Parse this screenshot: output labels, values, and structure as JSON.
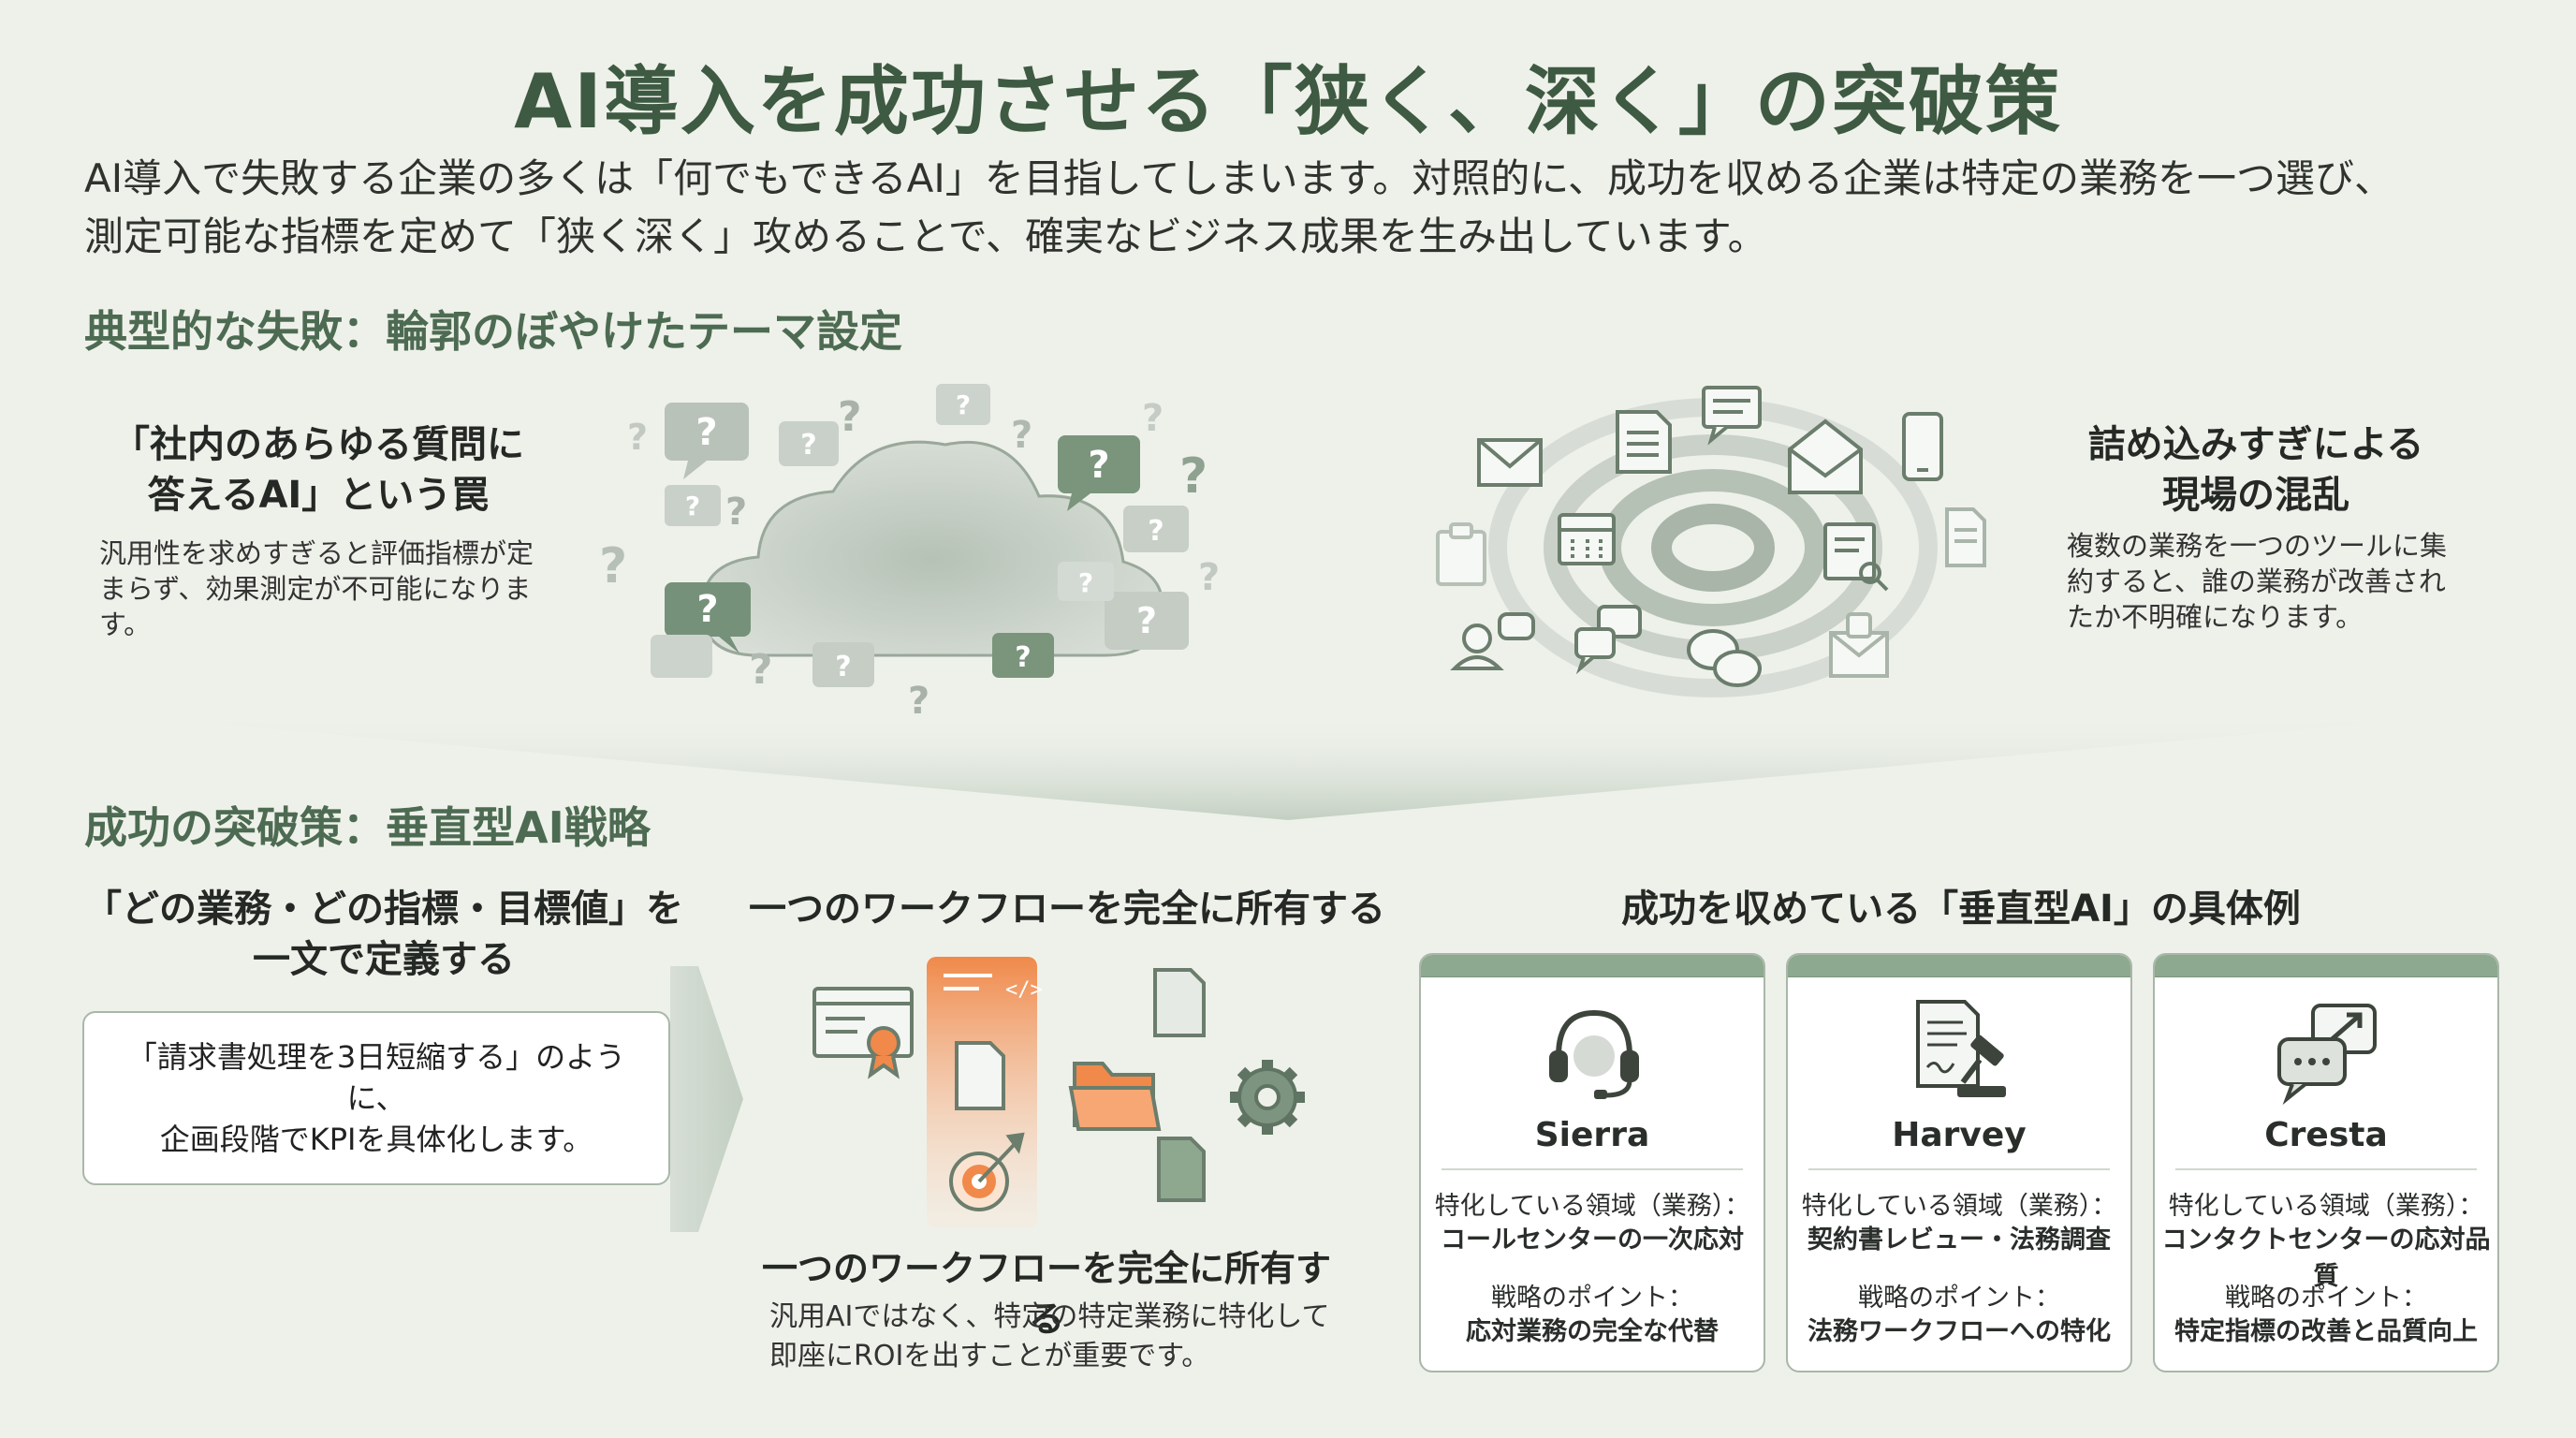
{
  "title": "AI導入を成功させる「狭く、深く」の突破策",
  "intro": {
    "line1": "AI導入で失敗する企業の多くは「何でもできるAI」を目指してしまいます。対照的に、成功を収める企業は特定の業務を一つ選び、",
    "line2": "測定可能な指標を定めて「狭く深く」攻めることで、確実なビジネス成果を生み出しています。"
  },
  "failure": {
    "heading": "典型的な失敗：輪郭のぼやけたテーマ設定",
    "trap": {
      "title_line1": "「社内のあらゆる質問に",
      "title_line2": "答えるAI」という罠",
      "desc": "汎用性を求めすぎると評価指標が定まらず、効果測定が不可能になります。"
    },
    "clutter": {
      "title_line1": "詰め込みすぎによる",
      "title_line2": "現場の混乱",
      "desc": "複数の業務を一つのツールに集約すると、誰の業務が改善されたか不明確になります。"
    },
    "question_mark": "?"
  },
  "success": {
    "heading": "成功の突破策：垂直型AI戦略",
    "define": {
      "title_line1": "「どの業務・どの指標・目標値」を",
      "title_line2": "一文で定義する",
      "box_line1": "「請求書処理を3日短縮する」のように、",
      "box_line2": "企画段階でKPIを具体化します。"
    },
    "workflow": {
      "title_top": "一つのワークフローを完全に所有する",
      "title_bottom": "一つのワークフローを完全に所有する",
      "desc_line1": "汎用AIではなく、特定の特定業務に特化して",
      "desc_line2": "即座にROIを出すことが重要です。"
    },
    "examples": {
      "title": "成功を収めている「垂直型AI」の具体例",
      "cards": [
        {
          "name": "Sierra",
          "icon": "headset-icon",
          "domain_label": "特化している領域（業務）：",
          "domain": "コールセンターの一次応対",
          "point_label": "戦略のポイント：",
          "point": "応対業務の完全な代替"
        },
        {
          "name": "Harvey",
          "icon": "legal-document-gavel-icon",
          "domain_label": "特化している領域（業務）：",
          "domain": "契約書レビュー・法務調査",
          "point_label": "戦略のポイント：",
          "point": "法務ワークフローへの特化"
        },
        {
          "name": "Cresta",
          "icon": "chat-improvement-icon",
          "domain_label": "特化している領域（業務）：",
          "domain": "コンタクトセンターの応対品質",
          "point_label": "戦略のポイント：",
          "point": "特定指標の改善と品質向上"
        }
      ]
    }
  },
  "colors": {
    "background": "#eef1ea",
    "title_green": "#3e5a42",
    "heading_green": "#4d6b52",
    "icon_green": "#6f8a72",
    "accent_orange": "#f0894a",
    "card_header": "#8da98f"
  }
}
